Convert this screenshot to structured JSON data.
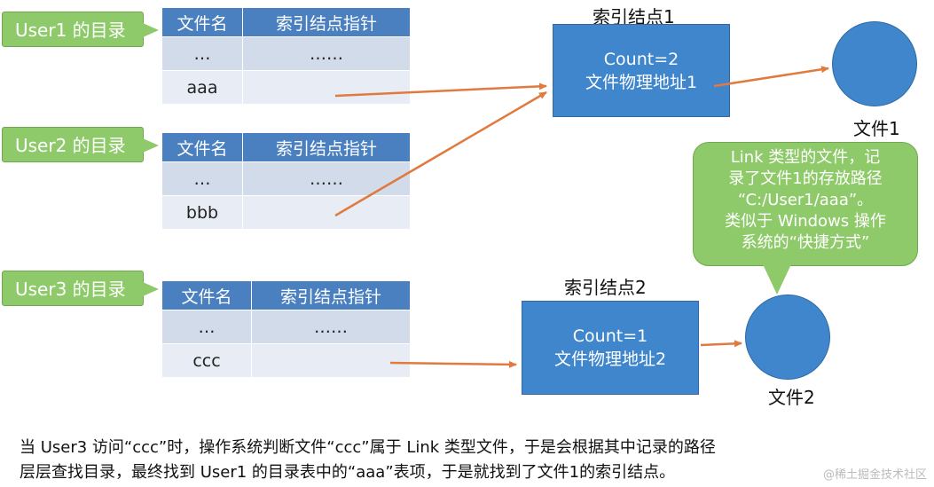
{
  "users": [
    {
      "label": "User1 的目录",
      "table": {
        "headers": [
          "文件名",
          "索引结点指针"
        ],
        "rows": [
          [
            "…",
            "……"
          ],
          [
            "aaa",
            ""
          ]
        ]
      }
    },
    {
      "label": "User2 的目录",
      "table": {
        "headers": [
          "文件名",
          "索引结点指针"
        ],
        "rows": [
          [
            "…",
            "……"
          ],
          [
            "bbb",
            ""
          ]
        ]
      }
    },
    {
      "label": "User3 的目录",
      "table": {
        "headers": [
          "文件名",
          "索引结点指针"
        ],
        "rows": [
          [
            "…",
            "……"
          ],
          [
            "ccc",
            ""
          ]
        ]
      }
    }
  ],
  "nodes": [
    {
      "title": "索引结点1",
      "count": "Count=2",
      "address": "文件物理地址1"
    },
    {
      "title": "索引结点2",
      "count": "Count=1",
      "address": "文件物理地址2"
    }
  ],
  "files": [
    {
      "label": "文件1"
    },
    {
      "label": "文件2"
    }
  ],
  "link_note": {
    "lines": [
      "Link 类型的文件，记",
      "录了文件1的存放路径",
      "“C:/User1/aaa”。",
      "类似于 Windows 操作",
      "系统的“快捷方式”"
    ]
  },
  "caption": {
    "lines": [
      "当 User3 访问“ccc”时，操作系统判断文件“ccc”属于 Link 类型文件，于是会根据其中记录的路径",
      "层层查找目录，最终找到 User1 的目录表中的“aaa”表项，于是就找到了文件1的索引结点。"
    ]
  },
  "watermark": "@稀土掘金技术社区",
  "colors": {
    "green": "#8fca6a",
    "blue": "#3f86cc",
    "header_blue": "#4a7fc0",
    "arrow": "#e07a3f"
  }
}
